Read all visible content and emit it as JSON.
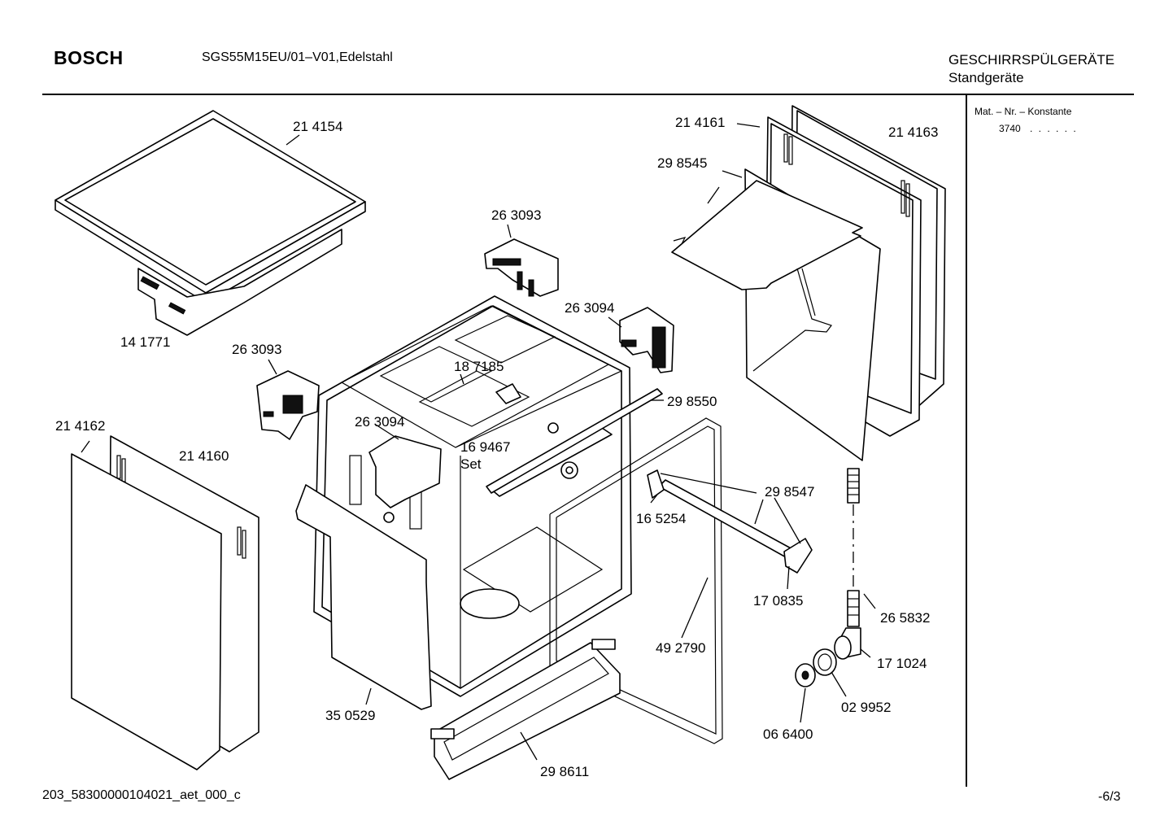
{
  "header": {
    "brand": "BOSCH",
    "model": "SGS55M15EU/01–V01,Edelstahl",
    "category": "GESCHIRRSPÜLGERÄTE",
    "subcategory": "Standgeräte"
  },
  "side_panel": {
    "label": "Mat. – Nr. – Konstante",
    "value": "3740",
    "dots": ". . . . . ."
  },
  "footer": {
    "drawing_id": "203_58300000104021_aet_000_c",
    "page": "-6/3"
  },
  "part_labels": {
    "p214154": "21 4154",
    "p141771": "14 1771",
    "p263093a": "26 3093",
    "p263093b": "26 3093",
    "p263094a": "26 3094",
    "p263094b": "26 3094",
    "p187185": "18 7185",
    "p298550": "29 8550",
    "p169467": "16 9467",
    "set": "Set",
    "p214162": "21 4162",
    "p214160": "21 4160",
    "p214161": "21 4161",
    "p214163": "21 4163",
    "p298545": "29 8545",
    "p298547": "29 8547",
    "p165254": "16 5254",
    "p170835": "17 0835",
    "p492790": "49 2790",
    "p265832": "26 5832",
    "p171024": "17 1024",
    "p029952": "02 9952",
    "p066400": "06 6400",
    "p350529": "35 0529",
    "p298611": "29 8611"
  }
}
